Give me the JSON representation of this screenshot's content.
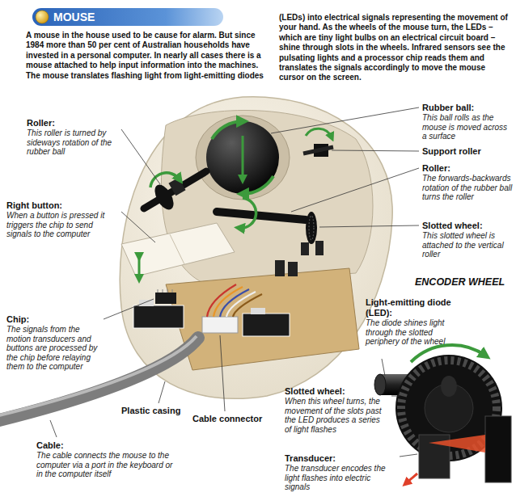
{
  "diagram": {
    "title": "MOUSE",
    "labels": [
      "A mouse in the house used to be cause for alarm. But since 1984 more than 50 per cent of Australian households have invested in a personal computer. In nearly all cases there is a mouse attached to help input information into the machines. The mouse translates flashing light from light-emitting diodes",
      "(LEDs) into electrical signals representing the movement of your hand. As the wheels of the mouse turn, the LEDs – which are tiny light bulbs on an electrical circuit board – shine through slots in the wheels. Infrared sensors see the pulsating lights and a processor chip reads them and translates the signals accordingly to move the mouse cursor on the screen.",
      "Roller:",
      "This roller is turned by sideways rotation of the rubber ball",
      "Right button:",
      "When a button is pressed it triggers the chip to send signals to the computer",
      "Chip:",
      "The signals from the motion transducers and buttons are processed by the chip before relaying them to the computer",
      "Plastic casing",
      "Cable connector",
      "Cable:",
      "The cable connects the mouse to the computer via a port in the keyboard or in the computer itself",
      "Rubber ball:",
      "This ball rolls as the mouse is moved across a surface",
      "Support roller",
      "Roller:",
      "The forwards-backwards rotation of the rubber ball turns the roller",
      "Slotted wheel:",
      "This slotted wheel is attached to the vertical roller",
      "ENCODER WHEEL",
      "Light-emitting diode (LED):",
      "The diode shines light through the slotted periphery of the wheel",
      "Slotted wheel:",
      "When this wheel turns, the movement of the slots past the LED produces a series of light flashes",
      "Transducer:",
      "The transducer encodes the light flashes into electric signals"
    ]
  }
}
